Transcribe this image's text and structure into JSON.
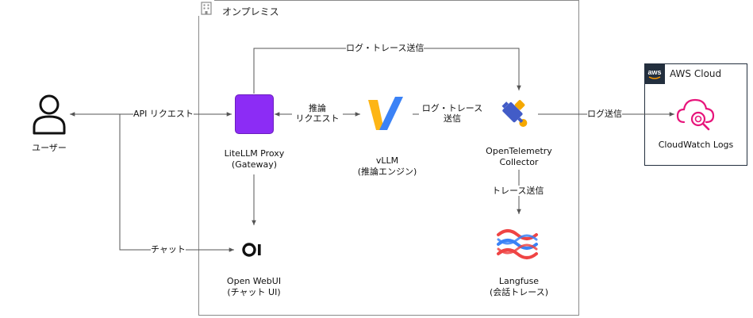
{
  "groups": {
    "onprem": {
      "title": "オンプレミス",
      "icon": "building-icon"
    },
    "aws": {
      "title": "AWS Cloud",
      "icon": "aws-logo-icon"
    }
  },
  "nodes": {
    "user": {
      "label": "ユーザー",
      "icon": "user-icon"
    },
    "litellm": {
      "line1": "LiteLLM Proxy",
      "line2": "(Gateway)",
      "icon": "litellm-proxy-icon",
      "color": "#8c2cf5"
    },
    "vllm": {
      "line1": "vLLM",
      "line2": "(推論エンジン)",
      "icon": "vllm-logo-icon"
    },
    "otel": {
      "line1": "OpenTelemetry",
      "line2": "Collector",
      "icon": "opentelemetry-icon"
    },
    "cloudwatch": {
      "label": "CloudWatch Logs",
      "icon": "cloudwatch-logs-icon",
      "color": "#e7157b"
    },
    "webui": {
      "line1": "Open WebUI",
      "line2": "(チャット UI)",
      "icon": "open-webui-icon"
    },
    "langfuse": {
      "line1": "Langfuse",
      "line2": "(会話トレース)",
      "icon": "langfuse-icon"
    }
  },
  "edges": {
    "api_request": "API リクエスト",
    "inference_request_1": "推論",
    "inference_request_2": "リクエスト",
    "log_trace_top": "ログ・トレース送信",
    "log_trace_mid_1": "ログ・トレース",
    "log_trace_mid_2": "送信",
    "log_send": "ログ送信",
    "trace_send": "トレース送信",
    "chat": "チャット"
  }
}
